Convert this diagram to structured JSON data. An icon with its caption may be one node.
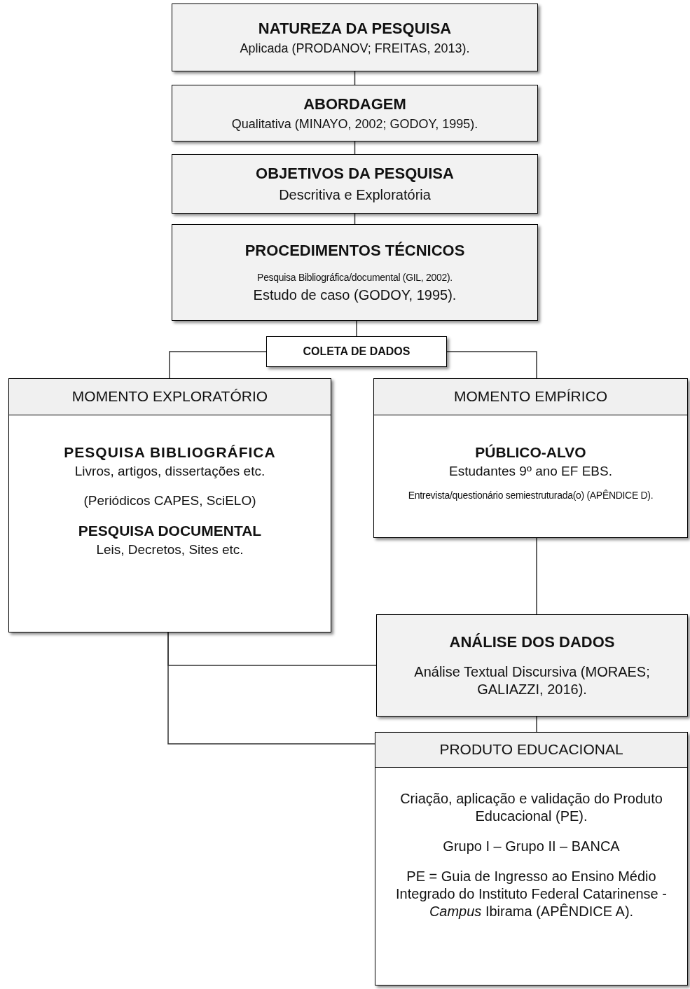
{
  "diagram": {
    "nodes": [
      {
        "text": [
          "NATUREZA DA PESQUISA",
          "Aplicada (PRODANOV; FREITAS, 2013)."
        ]
      },
      {
        "text": [
          "ABORDAGEM",
          "Qualitativa (MINAYO, 2002; GODOY, 1995)."
        ]
      },
      {
        "text": [
          "OBJETIVOS DA PESQUISA",
          "Descritiva e Exploratória"
        ]
      },
      {
        "text": [
          "PROCEDIMENTOS TÉCNICOS",
          "Pesquisa Bibliográfica/documental (GIL, 2002).",
          "Estudo de caso (GODOY, 1995)."
        ]
      },
      {
        "text": [
          "COLETA DE DADOS"
        ]
      },
      {
        "text": [
          "MOMENTO EXPLORATÓRIO",
          "PESQUISA BIBLIOGRÁFICA",
          "Livros, artigos, dissertações etc.",
          "(Periódicos CAPES, SciELO)",
          "PESQUISA DOCUMENTAL",
          "Leis, Decretos, Sites etc."
        ]
      },
      {
        "text": [
          "MOMENTO EMPÍRICO",
          "PÚBLICO-ALVO",
          "Estudantes 9º ano EF EBS.",
          "Entrevista/questionário semiestruturada(o) (APÊNDICE D)."
        ]
      },
      {
        "text": [
          "ANÁLISE DOS DADOS",
          "Análise Textual Discursiva (MORAES; GALIAZZI, 2016)."
        ]
      },
      {
        "text": [
          "PRODUTO EDUCACIONAL",
          "Criação, aplicação e validação do Produto Educacional (PE).",
          "Grupo I – Grupo II – BANCA",
          "PE = Guia de Ingresso ao Ensino Médio Integrado do Instituto Federal Catarinense - *Campus* Ibirama (APÊNDICE A)."
        ]
      }
    ],
    "edges": [
      {
        "from": 0,
        "to": 1,
        "arrow": "none"
      },
      {
        "from": 1,
        "to": 2,
        "arrow": "none"
      },
      {
        "from": 2,
        "to": 3,
        "arrow": "none"
      },
      {
        "from": 3,
        "to": 4,
        "arrow": "none"
      },
      {
        "from": 4,
        "to": 5,
        "arrow": "none"
      },
      {
        "from": 4,
        "to": 6,
        "arrow": "none"
      },
      {
        "from": 6,
        "to": 7,
        "arrow": "none"
      },
      {
        "from": 5,
        "to": 7,
        "arrow": "none"
      },
      {
        "from": 5,
        "to": 8,
        "arrow": "none"
      },
      {
        "from": 7,
        "to": 8,
        "arrow": "none"
      }
    ]
  }
}
